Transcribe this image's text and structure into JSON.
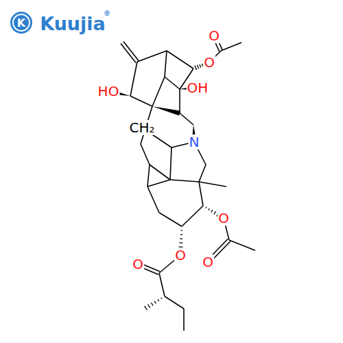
{
  "diagram": {
    "labels": [
      "K",
      "Kuujia",
      "®",
      "O",
      "O",
      "HO",
      "OH",
      "CH₂",
      "N",
      "O",
      "O",
      "O",
      "O"
    ]
  }
}
